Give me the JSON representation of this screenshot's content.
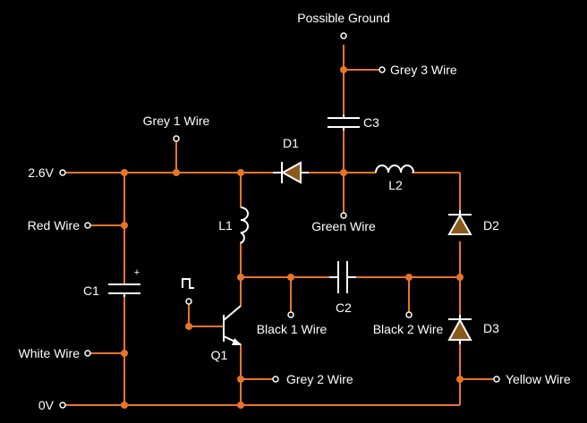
{
  "colors": {
    "wire": "#e8742a",
    "component": "#ffffff",
    "diode_fill": "#8b5a1a",
    "background": "#000000"
  },
  "labels": {
    "possible_ground": "Possible Ground",
    "grey3": "Grey 3 Wire",
    "grey1": "Grey 1 Wire",
    "c3": "C3",
    "d1": "D1",
    "v26": "2.6V",
    "l2": "L2",
    "red": "Red Wire",
    "l1": "L1",
    "green": "Green Wire",
    "d2": "D2",
    "c1": "C1",
    "c2": "C2",
    "black1": "Black 1 Wire",
    "black2": "Black 2 Wire",
    "d3": "D3",
    "white": "White Wire",
    "q1": "Q1",
    "grey2": "Grey 2 Wire",
    "yellow": "Yellow Wire",
    "zero_v": "0V",
    "plus": "+"
  }
}
